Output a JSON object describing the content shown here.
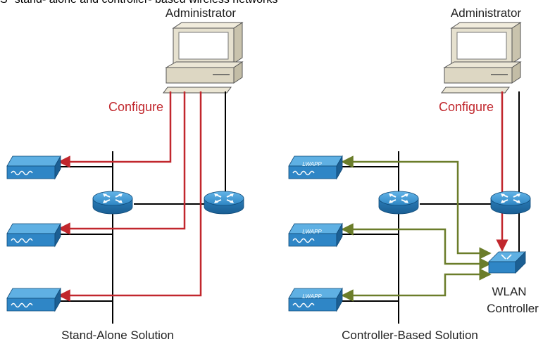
{
  "title_partial": "S \"stand- alone and controller- based wireless networks",
  "left": {
    "admin_label": "Administrator",
    "configure_label": "Configure",
    "caption": "Stand-Alone Solution"
  },
  "right": {
    "admin_label": "Administrator",
    "configure_label": "Configure",
    "caption": "Controller-Based Solution",
    "controller_line1": "WLAN",
    "controller_line2": "Controller",
    "ap_badge": "LWAPP"
  },
  "colors": {
    "configure_red": "#c1272d",
    "controller_green": "#6b7d2a",
    "device_blue": "#2f86c6",
    "computer_beige": "#d9d3bf"
  }
}
